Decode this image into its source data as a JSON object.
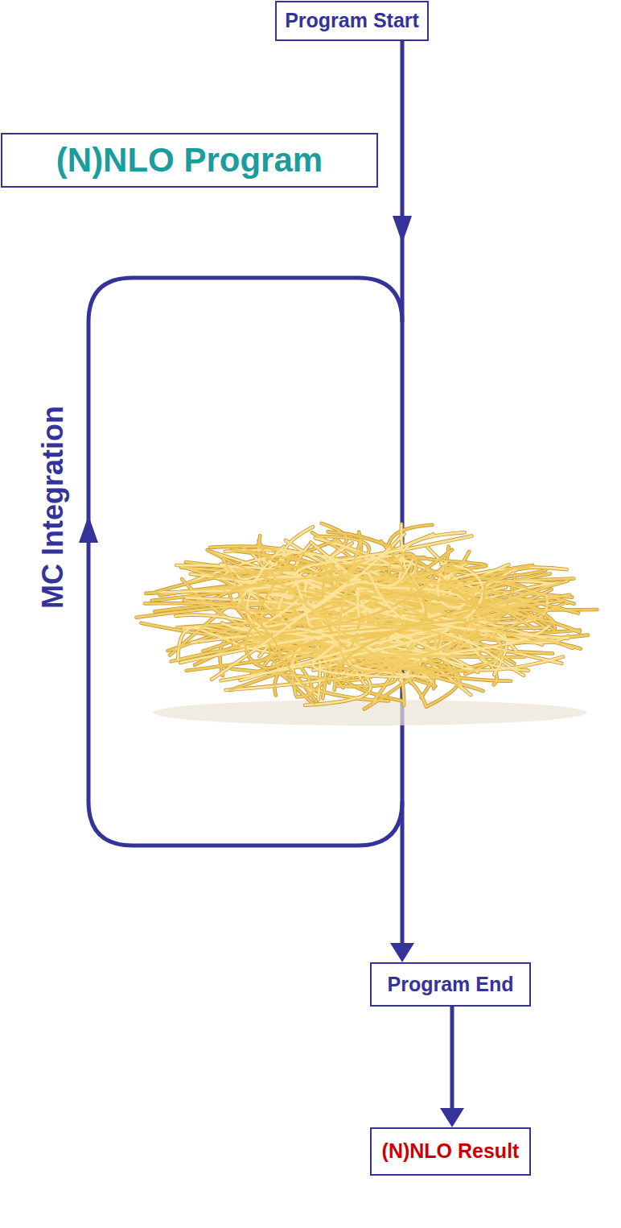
{
  "diagram": {
    "nodes": [
      {
        "text": [
          "Program Start"
        ]
      },
      {
        "text": [
          "(N)NLO Program"
        ]
      },
      {
        "text": [
          "Program End"
        ]
      },
      {
        "text": [
          "(N)NLO Result"
        ]
      }
    ],
    "edges": [
      {
        "from": 0,
        "to": 2,
        "arrow": "to"
      },
      {
        "from": 2,
        "to": 3,
        "arrow": "to"
      }
    ],
    "labels": [
      "MC Integration"
    ]
  }
}
